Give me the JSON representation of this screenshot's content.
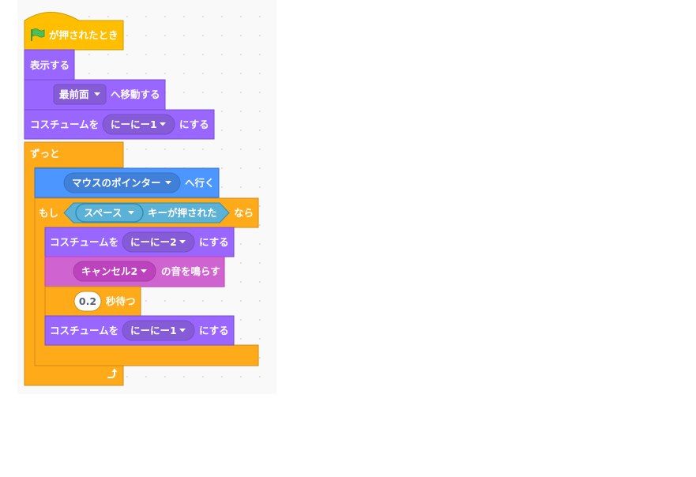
{
  "colors": {
    "events": "#ffbf00",
    "control": "#ffab19",
    "looks": "#9966ff",
    "looks_dropdown": "#855cd6",
    "motion": "#4c97ff",
    "motion_dropdown": "#4280d7",
    "sensing": "#5cb1d6",
    "sensing_dropdown": "#2e8eb8",
    "sound": "#cf63cf",
    "sound_dropdown": "#bd42bd",
    "flag": "#4cbf56"
  },
  "script": {
    "when_flag": {
      "text": "が押されたとき",
      "icon": "green-flag-icon"
    },
    "show": {
      "text": "表示する"
    },
    "go_to_layer": {
      "option": "最前面",
      "text": "へ移動する"
    },
    "switch_costume_1": {
      "prefix": "コスチュームを",
      "option": "にーにー1",
      "suffix": "にする"
    },
    "forever": {
      "label": "ずっと",
      "icon": "loop-arrow-icon"
    },
    "go_to": {
      "option": "マウスのポインター",
      "text": "へ行く"
    },
    "if_block": {
      "label": "もし",
      "then": "なら"
    },
    "key_pressed": {
      "option": "スペース",
      "text": "キーが押された"
    },
    "switch_costume_2": {
      "prefix": "コスチュームを",
      "option": "にーにー2",
      "suffix": "にする"
    },
    "play_sound": {
      "option": "キャンセル2",
      "text": "の音を鳴らす"
    },
    "wait": {
      "value": "0.2",
      "text": "秒待つ"
    },
    "switch_costume_3": {
      "prefix": "コスチュームを",
      "option": "にーにー1",
      "suffix": "にする"
    }
  }
}
